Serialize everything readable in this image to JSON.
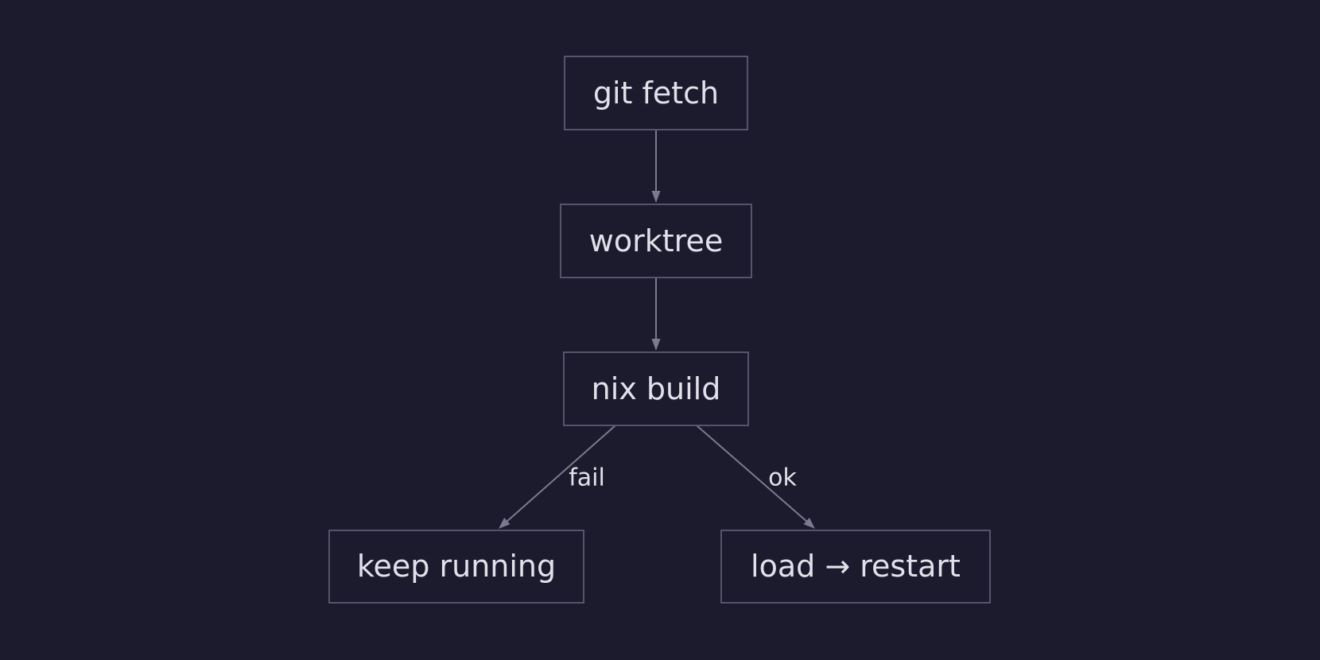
{
  "colors": {
    "background": "#1c1a2d",
    "node_border": "#55546a",
    "edge": "#7b7a8e",
    "text": "#e2e1ea"
  },
  "nodes": {
    "git_fetch": "git fetch",
    "worktree": "worktree",
    "nix_build": "nix build",
    "keep_running": "keep running",
    "load_restart": "load → restart"
  },
  "edges": [
    {
      "from": "git fetch",
      "to": "worktree",
      "label": ""
    },
    {
      "from": "worktree",
      "to": "nix build",
      "label": ""
    },
    {
      "from": "nix build",
      "to": "keep running",
      "label": "fail"
    },
    {
      "from": "nix build",
      "to": "load → restart",
      "label": "ok"
    }
  ],
  "edge_labels": {
    "fail": "fail",
    "ok": "ok"
  }
}
